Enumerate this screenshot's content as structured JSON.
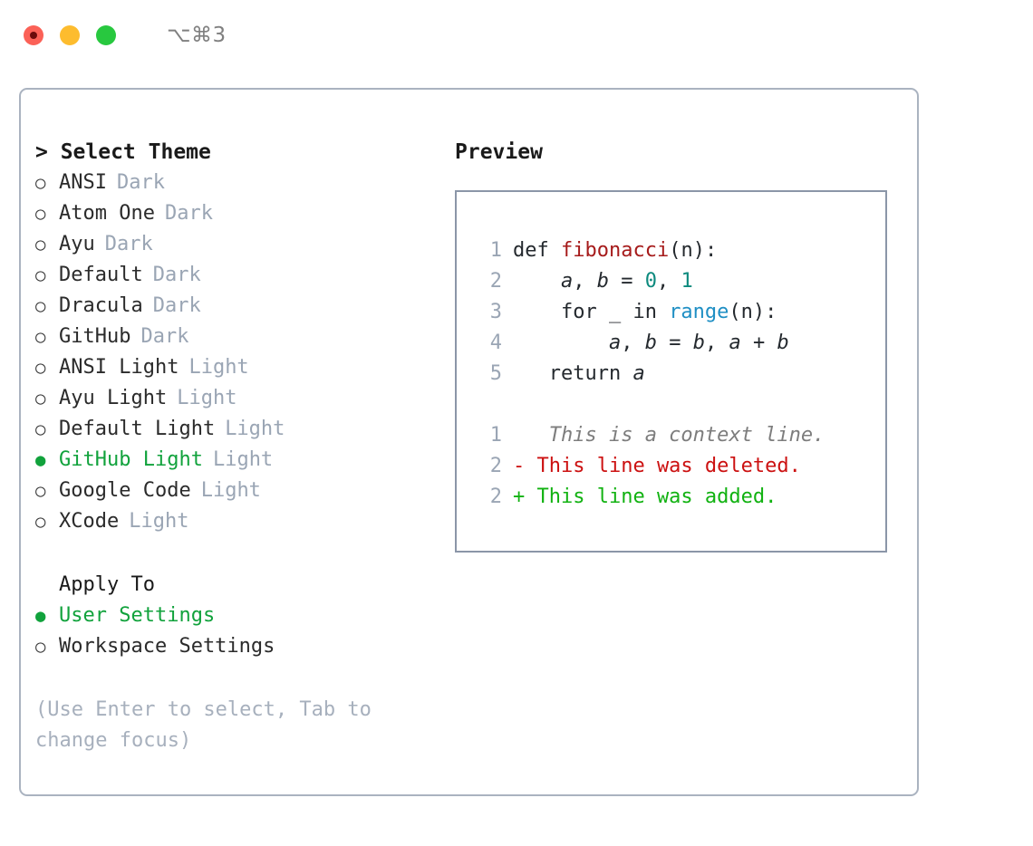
{
  "window": {
    "shortcut": "⌥⌘3",
    "traffic_lights": [
      {
        "name": "close",
        "color": "#fb6157"
      },
      {
        "name": "minimize",
        "color": "#fdbc2e"
      },
      {
        "name": "maximize",
        "color": "#28c83f"
      }
    ]
  },
  "colors": {
    "accent_green": "#11a23c",
    "muted": "#9aa5b4",
    "hint": "#a7b0bd",
    "panel_border": "#aab3c0",
    "preview_border": "#8b96a8",
    "diff_added": "#11b211",
    "diff_deleted": "#cc1111",
    "syntax_function": "#a61b1b",
    "syntax_number": "#0d8a7e",
    "syntax_call": "#1f8fc4"
  },
  "theme_section": {
    "title": "> Select Theme",
    "bullet_selected": "●",
    "bullet_unselected": "○",
    "items": [
      {
        "label": "ANSI",
        "tag": "Dark",
        "selected": false
      },
      {
        "label": "Atom One",
        "tag": "Dark",
        "selected": false
      },
      {
        "label": "Ayu",
        "tag": "Dark",
        "selected": false
      },
      {
        "label": "Default",
        "tag": "Dark",
        "selected": false
      },
      {
        "label": "Dracula",
        "tag": "Dark",
        "selected": false
      },
      {
        "label": "GitHub",
        "tag": "Dark",
        "selected": false
      },
      {
        "label": "ANSI Light",
        "tag": "Light",
        "selected": false
      },
      {
        "label": "Ayu Light",
        "tag": "Light",
        "selected": false
      },
      {
        "label": "Default Light",
        "tag": "Light",
        "selected": false
      },
      {
        "label": "GitHub Light",
        "tag": "Light",
        "selected": true
      },
      {
        "label": "Google Code",
        "tag": "Light",
        "selected": false
      },
      {
        "label": "XCode",
        "tag": "Light",
        "selected": false
      }
    ]
  },
  "apply_to_section": {
    "title": "Apply To",
    "items": [
      {
        "label": "User Settings",
        "selected": true
      },
      {
        "label": "Workspace Settings",
        "selected": false
      }
    ]
  },
  "hint": "(Use Enter to select, Tab to change focus)",
  "preview": {
    "title": "Preview",
    "code_lines": [
      {
        "number": "1",
        "tokens": [
          {
            "text": "def ",
            "type": "kw"
          },
          {
            "text": "fibonacci",
            "type": "fn"
          },
          {
            "text": "(n):",
            "type": "plain"
          }
        ]
      },
      {
        "number": "2",
        "tokens": [
          {
            "text": "    ",
            "type": "plain"
          },
          {
            "text": "a",
            "type": "var"
          },
          {
            "text": ", ",
            "type": "plain"
          },
          {
            "text": "b",
            "type": "var"
          },
          {
            "text": " = ",
            "type": "plain"
          },
          {
            "text": "0",
            "type": "num"
          },
          {
            "text": ", ",
            "type": "plain"
          },
          {
            "text": "1",
            "type": "num"
          }
        ]
      },
      {
        "number": "3",
        "tokens": [
          {
            "text": "    for _ in ",
            "type": "plain"
          },
          {
            "text": "range",
            "type": "call"
          },
          {
            "text": "(n):",
            "type": "plain"
          }
        ]
      },
      {
        "number": "4",
        "tokens": [
          {
            "text": "        ",
            "type": "plain"
          },
          {
            "text": "a",
            "type": "var"
          },
          {
            "text": ", ",
            "type": "plain"
          },
          {
            "text": "b",
            "type": "var"
          },
          {
            "text": " = ",
            "type": "plain"
          },
          {
            "text": "b",
            "type": "var"
          },
          {
            "text": ", ",
            "type": "plain"
          },
          {
            "text": "a",
            "type": "var"
          },
          {
            "text": " + ",
            "type": "plain"
          },
          {
            "text": "b",
            "type": "var"
          }
        ]
      },
      {
        "number": "5",
        "tokens": [
          {
            "text": "   return ",
            "type": "plain"
          },
          {
            "text": "a",
            "type": "var"
          }
        ]
      }
    ],
    "diff_lines": [
      {
        "number": "1",
        "marker": " ",
        "text": "  This is a context line.",
        "type": "context"
      },
      {
        "number": "2",
        "marker": "-",
        "text": " This line was deleted.",
        "type": "deleted"
      },
      {
        "number": "2",
        "marker": "+",
        "text": " This line was added.",
        "type": "added"
      }
    ]
  }
}
